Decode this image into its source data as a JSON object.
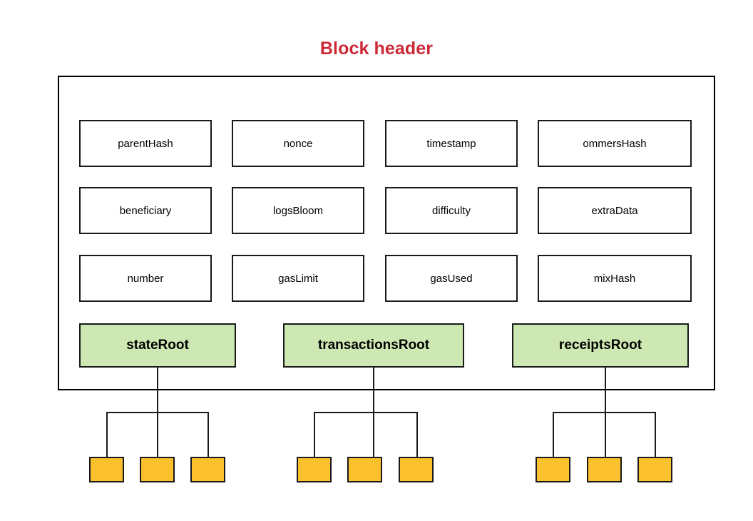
{
  "title": "Block header",
  "colors": {
    "title": "#cc2936",
    "root_fill": "#cde8b2",
    "leaf_fill": "#fbc02d",
    "stroke": "#1a1a1a",
    "background": "#ffffff"
  },
  "header_fields": {
    "rows": [
      [
        {
          "label": "parentHash"
        },
        {
          "label": "nonce"
        },
        {
          "label": "timestamp"
        },
        {
          "label": "ommersHash"
        }
      ],
      [
        {
          "label": "beneficiary"
        },
        {
          "label": "logsBloom"
        },
        {
          "label": "difficulty"
        },
        {
          "label": "extraData"
        }
      ],
      [
        {
          "label": "number"
        },
        {
          "label": "gasLimit"
        },
        {
          "label": "gasUsed"
        },
        {
          "label": "mixHash"
        }
      ]
    ]
  },
  "roots": [
    {
      "label": "stateRoot",
      "leaves": [
        {
          "label": ""
        },
        {
          "label": ""
        },
        {
          "label": ""
        }
      ]
    },
    {
      "label": "transactionsRoot",
      "leaves": [
        {
          "label": ""
        },
        {
          "label": ""
        },
        {
          "label": ""
        }
      ]
    },
    {
      "label": "receiptsRoot",
      "leaves": [
        {
          "label": ""
        },
        {
          "label": ""
        },
        {
          "label": ""
        }
      ]
    }
  ]
}
